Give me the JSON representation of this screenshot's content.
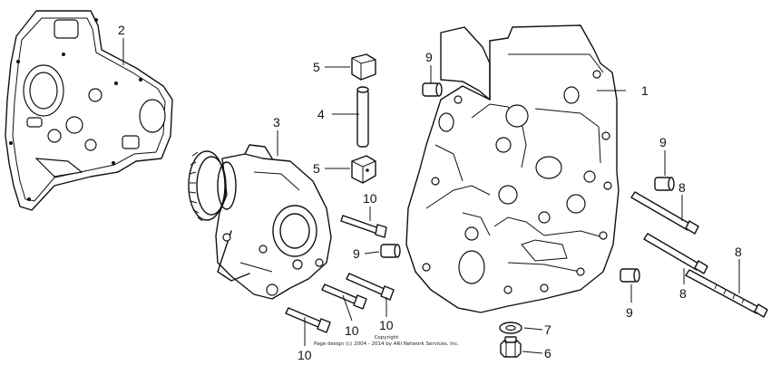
{
  "callouts": {
    "c1": "1",
    "c2": "2",
    "c3": "3",
    "c4": "4",
    "c5a": "5",
    "c5b": "5",
    "c6": "6",
    "c7": "7",
    "c8a": "8",
    "c8b": "8",
    "c8c": "8",
    "c9a": "9",
    "c9b": "9",
    "c9c": "9",
    "c9d": "9",
    "c10a": "10",
    "c10b": "10",
    "c10c": "10",
    "c10d": "10"
  },
  "copyright": {
    "line1": "Copyright",
    "line2": "Page design (c) 2004 - 2014 by ARI Network Services, Inc."
  }
}
